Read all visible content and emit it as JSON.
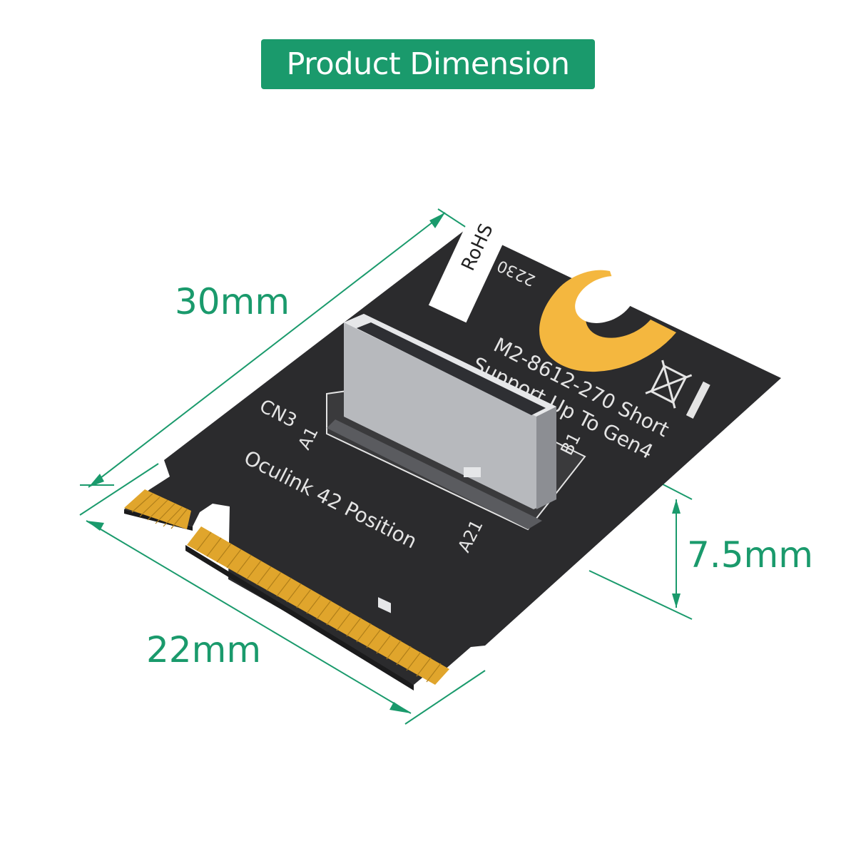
{
  "header": {
    "title": "Product Dimension"
  },
  "dimensions": {
    "length": "30mm",
    "width": "22mm",
    "height": "7.5mm"
  },
  "board": {
    "size_code": "2230",
    "rohs": "RoHS",
    "model_line1": "M2-8612-270 Short",
    "model_line2": "Support Up To Gen4",
    "connector_ref": "CN3",
    "pin_a1": "A1",
    "pin_a21": "A21",
    "pin_b1": "B1",
    "connector_desc": "Oculink 42 Position"
  },
  "colors": {
    "accent": "#1a9a6c",
    "pcb": "#2b2b2d",
    "gold": "#e0a52c",
    "mount_ring": "#f4b73f"
  }
}
